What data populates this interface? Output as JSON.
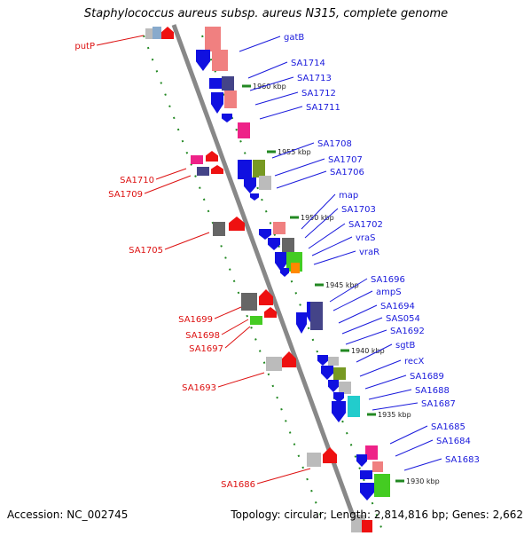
{
  "title": "Staphylococcus aureus subsp. aureus N315, complete genome",
  "accession": "Accession: NC_002745",
  "topology": "Topology: circular; Length: 2,814,816 bp; Genes: 2,662",
  "scale_ticks": [
    "1960 kbp",
    "1955 kbp",
    "1950 kbp",
    "1945 kbp",
    "1940 kbp",
    "1935 kbp",
    "1930 kbp"
  ],
  "right_labels": [
    "gatB",
    "SA1714",
    "SA1713",
    "SA1712",
    "SA1711",
    "SA1708",
    "SA1707",
    "SA1706",
    "map",
    "SA1703",
    "SA1702",
    "vraS",
    "vraR",
    "SA1696",
    "ampS",
    "SA1694",
    "SAS054",
    "SA1692",
    "sgtB",
    "recX",
    "SA1689",
    "SA1688",
    "SA1687",
    "SA1685",
    "SA1684",
    "SA1683"
  ],
  "left_labels": [
    "putP",
    "SA1710",
    "SA1709",
    "SA1705",
    "SA1699",
    "SA1698",
    "SA1697",
    "SA1693",
    "SA1686"
  ],
  "colors": {
    "backbone": "#888888",
    "tick_dots": "#228822",
    "right_label": "#1a1adc",
    "left_label": "#dd1111",
    "gene_blue": "#1010e0",
    "gene_red": "#ee1111",
    "gene_pink": "#f08080",
    "gene_magenta": "#ee2288",
    "gene_gray": "#666666",
    "gene_lightgray": "#bbbbbb",
    "gene_olive": "#779922",
    "gene_green": "#44cc22",
    "gene_cyan": "#22cccc",
    "gene_purple": "#444488"
  }
}
